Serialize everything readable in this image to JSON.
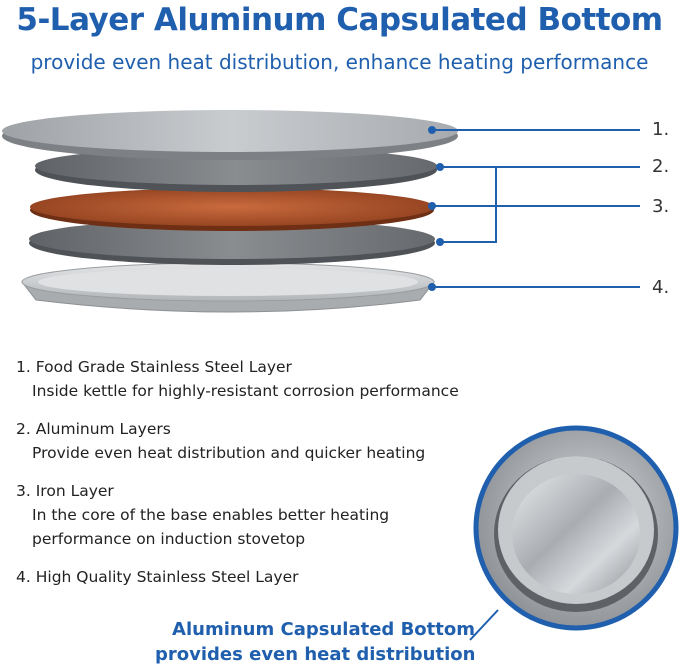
{
  "header": {
    "title": "5-Layer Aluminum Capsulated Bottom",
    "subtitle": "provide even heat distribution, enhance heating performance"
  },
  "labels": [
    "1.",
    "2.",
    "3.",
    "4."
  ],
  "layers": [
    {
      "number": "1.",
      "name": "Food Grade Stainless Steel Layer",
      "description": [
        "Inside kettle for highly-resistant corrosion performance"
      ]
    },
    {
      "number": "2.",
      "name": "Aluminum Layers",
      "description": [
        "Provide even heat distribution and quicker heating"
      ]
    },
    {
      "number": "3.",
      "name": "Iron Layer",
      "description": [
        "In the core of the base enables better heating",
        "performance on induction stovetop"
      ]
    },
    {
      "number": "4.",
      "name": "High Quality Stainless Steel Layer",
      "description": []
    }
  ],
  "caption": {
    "line1": "Aluminum Capsulated Bottom",
    "line2": "provides even heat distribution"
  },
  "colors": {
    "brand_blue": "#1f5fae",
    "iron_layer": "#b8562c",
    "aluminum_layer": "#6f7275",
    "steel_layer": "#b5b8bb"
  }
}
